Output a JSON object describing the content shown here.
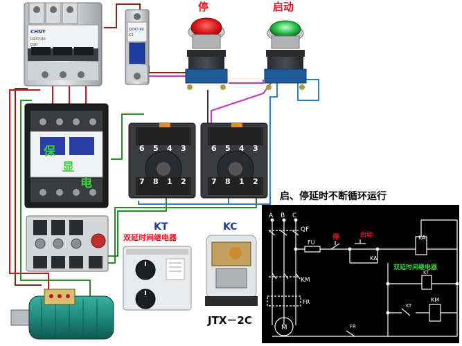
{
  "labels": {
    "stop_button": "停",
    "start_button": "启动",
    "kt_code": "KT",
    "kt_name": "双延时间继电器",
    "kc_code": "KC",
    "relay_model": "JTX－2C",
    "contactor_chars": [
      "保",
      "显",
      "电"
    ],
    "breaker_brand": "CHNT",
    "breaker_model": "DZ47-60",
    "breaker_rating": "D20",
    "small_breaker_model": "DZ47-60",
    "small_breaker_rating": "C2"
  },
  "sockets": [
    {
      "top_terminals": [
        "6",
        "5",
        "4",
        "3"
      ],
      "bottom_terminals": [
        "7",
        "8",
        "1",
        "2"
      ]
    },
    {
      "top_terminals": [
        "6",
        "5",
        "4",
        "3"
      ],
      "bottom_terminals": [
        "7",
        "8",
        "1",
        "2"
      ]
    }
  ],
  "schematic": {
    "title": "启、停延时不断循环运行",
    "phases": [
      "A",
      "B",
      "C"
    ],
    "qf": "QF",
    "fu": "FU",
    "stop": "停",
    "start": "启动",
    "ka_coil": "KA",
    "ka_contact": "KA",
    "kt_name": "双延时间继电器",
    "kt_coil": "KT",
    "kt_contact": "KT",
    "km_main": "KM",
    "km_coil": "KM",
    "fr_main": "FR",
    "fr_contact": "FR",
    "motor": "M"
  },
  "colors": {
    "wire_red": "#c01818",
    "wire_green": "#2a8a2a",
    "wire_blue": "#2f7fc0",
    "wire_magenta": "#c032c0",
    "wire_brown": "#7a2a18",
    "label_red": "#e0141e",
    "label_blue": "#1e3a9a",
    "schematic_bg": "#000000",
    "schematic_text": "#ffffff",
    "schematic_green_text": "#3ad43a"
  }
}
